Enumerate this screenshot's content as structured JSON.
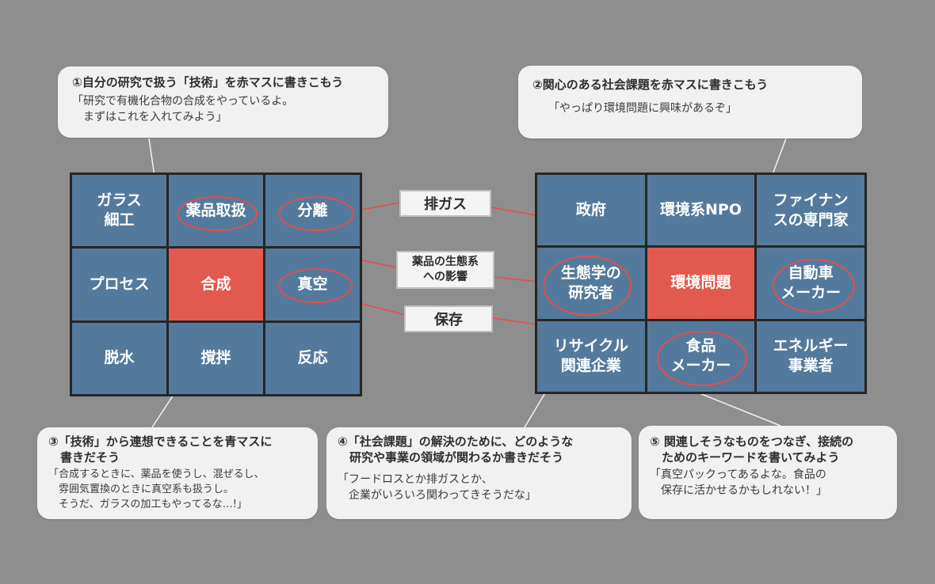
{
  "callouts": {
    "c1": {
      "title": "①自分の研究で扱う「技術」を赤マスに書きこもう",
      "body": "「研究で有機化合物の合成をやっているよ。\n　まずはこれを入れてみよう」"
    },
    "c2": {
      "title": "②関心のある社会課題を赤マスに書きこもう",
      "body": "「やっぱり環境問題に興味があるぞ」"
    },
    "c3": {
      "title": "③「技術」から連想できることを青マスに\n　書きだそう",
      "body": "「合成するときに、薬品を使うし、混ぜるし、\n　雰囲気置換のときに真空系も扱うし。\n　そうだ、ガラスの加工もやってるな…!」"
    },
    "c4": {
      "title": "④「社会課題」の解決のために、どのような\n　研究や事業の領域が関わるか書きだそう",
      "body": "「フードロスとか排ガスとか、\n　企業がいろいろ関わってきそうだな」"
    },
    "c5": {
      "title": "⑤ 関連しそうなものをつなぎ、接続の\n　ためのキーワードを書いてみよう",
      "body": "「真空パックってあるよな。食品の\n　保存に活かせるかもしれない！」"
    }
  },
  "left_grid": [
    "ガラス\n細工",
    "薬品取扱",
    "分離",
    "プロセス",
    "合成",
    "真空",
    "脱水",
    "撹拌",
    "反応"
  ],
  "right_grid": [
    "政府",
    "環境系NPO",
    "ファイナン\nスの専門家",
    "生態学の\n研究者",
    "環境問題",
    "自動車\nメーカー",
    "リサイクル\n関連企業",
    "食品\nメーカー",
    "エネルギー\n事業者"
  ],
  "keywords": {
    "k1": "排ガス",
    "k2": "薬品の生態系\nへの影響",
    "k3": "保存"
  },
  "colors": {
    "blue_cell": "#537a9c",
    "red_cell": "#e25a4f",
    "circle_line": "#e74c4c",
    "background": "#8e8e8e"
  }
}
